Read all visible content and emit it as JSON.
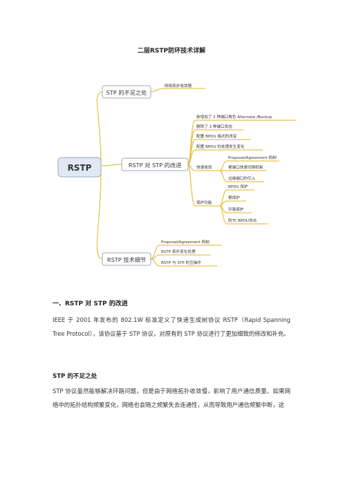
{
  "document": {
    "title": "二层RSTP防环技术详解"
  },
  "mindmap": {
    "root": "RSTP",
    "branches": [
      {
        "label": "STP 的不足之处",
        "children": [
          "网络拓扑收敛慢"
        ]
      },
      {
        "label": "RSTP 对 STP 的改进",
        "children": [
          "新增加了 2 种端口角色 Alternate /Backup",
          "删除了 3 种端口状态",
          "配置 BPDU 格式的改变",
          "配置 BPDU 的处理发生变化",
          "快速收敛",
          "保护功能"
        ],
        "fast_convergence": [
          "Proposal/Agreement 机制",
          "根端口快速切换机制",
          "边缘端口的引入"
        ],
        "protection": [
          "BPDU 保护",
          "根保护",
          "环路保护",
          "防TC-BPDU攻击"
        ]
      },
      {
        "label": "RSTP 技术细节",
        "children": [
          "Proposal/Agreement 机制",
          "RSTP 拓扑变化处理",
          "RSTP 与 STP 的互操作"
        ]
      }
    ],
    "colors": {
      "line": "#e8c24a",
      "root_fill": "#dfe8f3",
      "box_border": "#9aa7b8"
    }
  },
  "section1": {
    "heading": "一、RSTP 对 STP 的改进",
    "paragraph": "IEEE 于 2001 年发布的 802.1W 标准定义了快速生成树协议 RSTP（Rapid Spanning Tree Protocol），该协议基于 STP 协议，对原有的 STP 协议进行了更加细致的修改和补充。"
  },
  "section2": {
    "heading": "STP 的不足之处",
    "paragraph": "STP 协议虽然能够解决环路问题，但是由于网络拓扑收敛慢，影响了用户通信质量。如果网络中的拓扑结构频繁变化，网络也会随之频繁失去连通性，从而导致用户通信频繁中断，这"
  }
}
